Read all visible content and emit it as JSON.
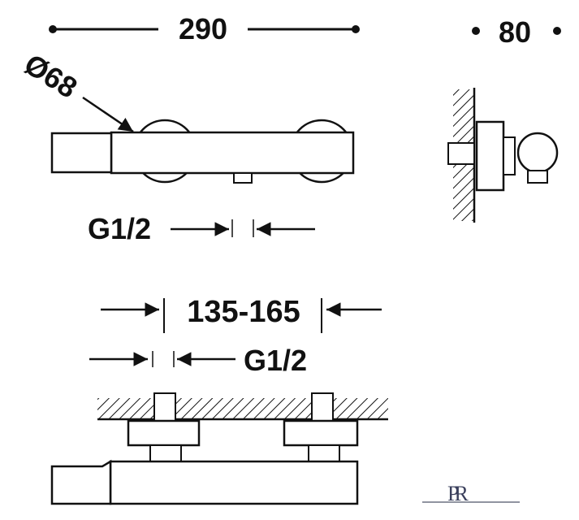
{
  "dimensions": {
    "width": "290",
    "depth": "80",
    "diameter": "Ø68",
    "inlet_thread_top": "G1/2",
    "center_distance": "135-165",
    "inlet_thread_bottom": "G1/2"
  },
  "logo": {
    "text": "PR"
  },
  "colors": {
    "line": "#111111",
    "background": "#ffffff"
  }
}
